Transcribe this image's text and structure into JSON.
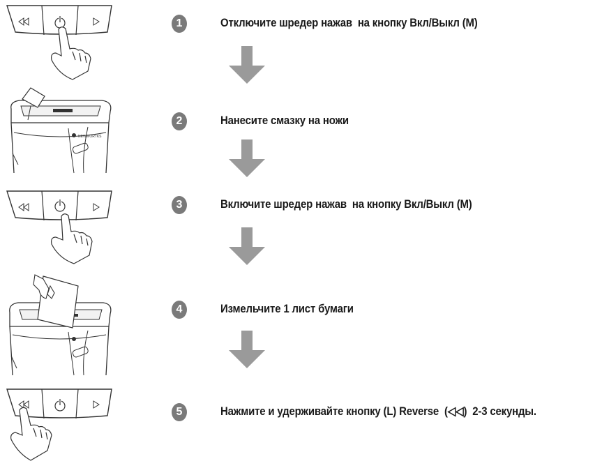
{
  "steps": [
    {
      "number": "1",
      "text": "Отключите шредер нажав  на кнопку Вкл/Выкл (M)"
    },
    {
      "number": "2",
      "text": "Нанесите смазку на ножи"
    },
    {
      "number": "3",
      "text": "Включите шредер нажав  на кнопку Вкл/Выкл (M)"
    },
    {
      "number": "4",
      "text": "Измельчите 1 лист бумаги"
    },
    {
      "number": "5",
      "text": "Нажмите и удерживайте кнопку (L) Reverse  (◁◁)  2-3 секунды."
    }
  ],
  "illustrations": {
    "control_panel": [
      "reverse-icon",
      "power-icon",
      "forward-icon"
    ],
    "brand_label": "NEWWORTKS"
  },
  "colors": {
    "badge": "#7a7a7a",
    "arrow": "#9a9a9a",
    "line": "#333333"
  }
}
